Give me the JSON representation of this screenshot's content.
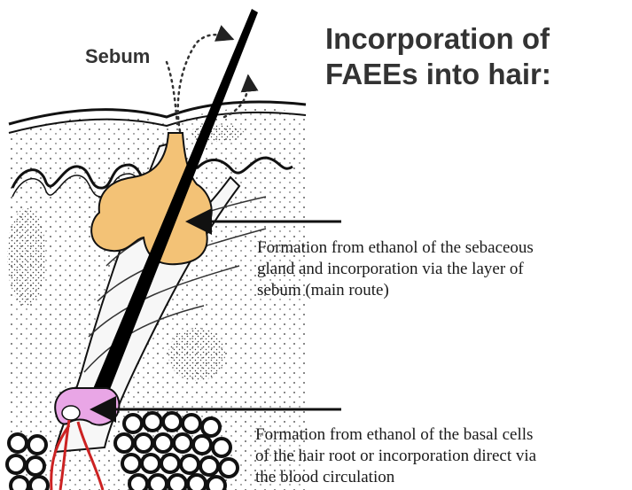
{
  "title": {
    "line1": "Incorporation of",
    "line2": "FAEEs into hair:"
  },
  "labels": {
    "sebum": "Sebum"
  },
  "annotations": [
    {
      "lines": [
        "Formation from ethanol  of the sebaceous",
        "gland and incorporation  via the layer of",
        "sebum (main route)"
      ]
    },
    {
      "lines": [
        "Formation from ethanol  of the basal cells",
        "of the hair root or incorporation direct via",
        "the blood circulation"
      ]
    }
  ],
  "colors": {
    "sebaceous_gland": "#f3c276",
    "hair_bulb": "#e9a6e6",
    "blood_vessel": "#cc2222",
    "hair_shaft": "#000000",
    "title_text": "#333333"
  },
  "icons": {
    "sebum_flow": "dotted-arrow",
    "pointer": "arrow"
  }
}
